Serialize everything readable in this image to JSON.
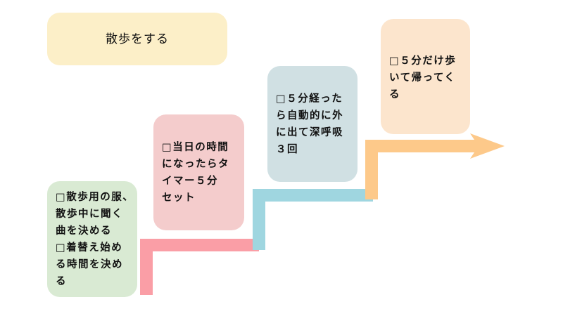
{
  "title": "散歩をする",
  "steps": [
    {
      "lines": [
        "□散歩用の服、",
        "散歩中に聞く",
        "曲を決める",
        "□着替え始め",
        "る時間を決め",
        "る"
      ]
    },
    {
      "lines": [
        "□当日の時間",
        "になったらタ",
        "イマー５分",
        "セット"
      ]
    },
    {
      "lines": [
        "□５分経った",
        "ら自動的に外",
        "に出て深呼吸",
        "３回"
      ]
    },
    {
      "lines": [
        "□５分だけ歩",
        "いて帰ってく",
        "る"
      ]
    }
  ],
  "colors": {
    "pink": "#fa9ea6",
    "blue": "#9fd6e0",
    "orange": "#fdc98a"
  }
}
